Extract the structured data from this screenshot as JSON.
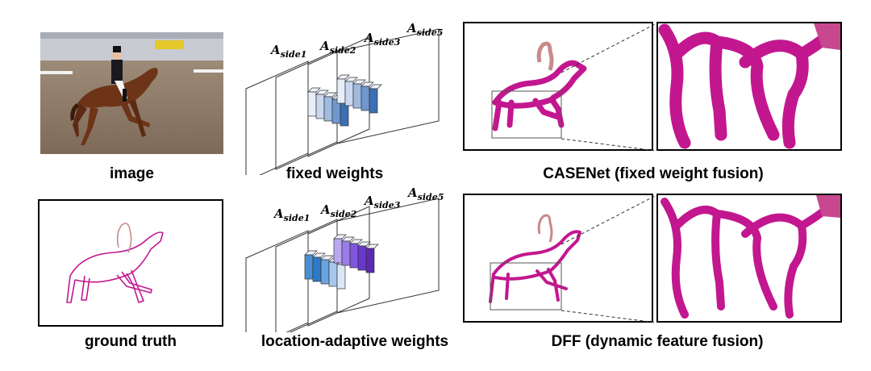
{
  "captions": {
    "image": "image",
    "fixed": "fixed weights",
    "casenet": "CASENet (fixed weight fusion)",
    "ground_truth": "ground truth",
    "adaptive": "location-adaptive weights",
    "dff": "DFF (dynamic feature fusion)"
  },
  "planes": {
    "a": "A",
    "s1": "side1",
    "s2": "side2",
    "s3": "side3",
    "s5": "side5"
  },
  "colors": {
    "edge_magenta": "#c2178f",
    "rider_pink": "#c88a8a",
    "fixed_blues": [
      "#e8eef8",
      "#c9d8ee",
      "#9fbbe0",
      "#6f98cf",
      "#3c6fb3"
    ],
    "adaptive_blues": [
      "#4a8fd4",
      "#2f7ac8",
      "#6aa3dd",
      "#a7c8ec",
      "#d9e7f6"
    ],
    "adaptive_purples": [
      "#b9a8f0",
      "#9b7de6",
      "#7e57dc",
      "#6a38cc",
      "#5a2ab0"
    ]
  }
}
